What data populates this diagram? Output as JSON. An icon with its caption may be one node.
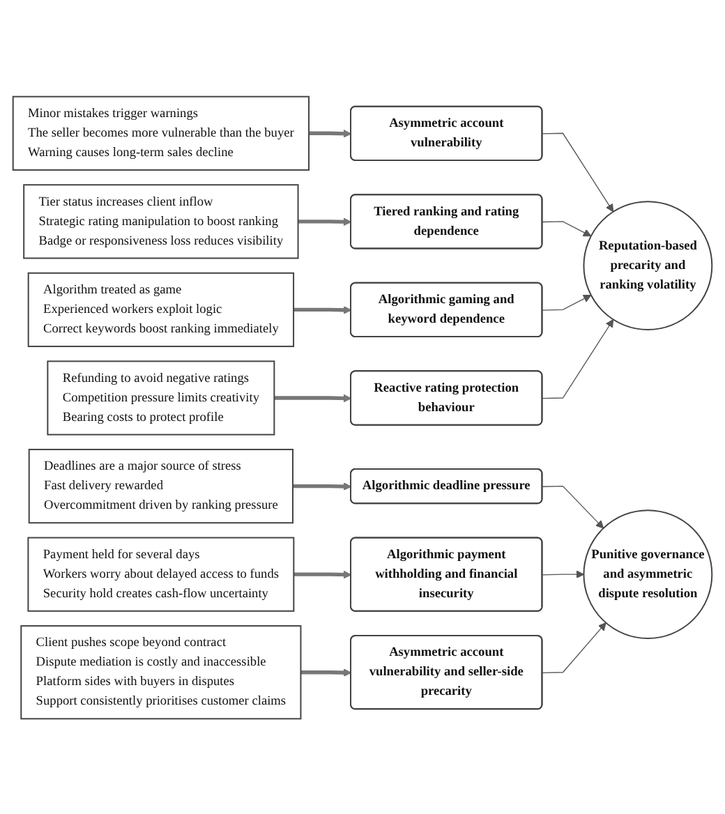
{
  "diagram": {
    "nodes": [
      {
        "text": [
          "Minor mistakes trigger warnings",
          "The seller becomes more vulnerable than the buyer",
          "Warning causes long-term sales decline"
        ]
      },
      {
        "text": [
          "Asymmetric account vulnerability"
        ]
      },
      {
        "text": [
          "Tier status increases client inflow",
          "Strategic rating manipulation to boost ranking",
          "Badge or responsiveness loss reduces visibility"
        ]
      },
      {
        "text": [
          "Tiered ranking and rating dependence"
        ]
      },
      {
        "text": [
          "Algorithm treated as game",
          "Experienced workers exploit logic",
          "Correct keywords boost ranking immediately"
        ]
      },
      {
        "text": [
          "Algorithmic gaming and keyword dependence"
        ]
      },
      {
        "text": [
          "Refunding to avoid negative ratings",
          "Competition pressure limits creativity",
          "Bearing costs to protect profile"
        ]
      },
      {
        "text": [
          "Reactive rating protection behaviour"
        ]
      },
      {
        "text": [
          "Deadlines are a major source of stress",
          "Fast delivery rewarded",
          "Overcommitment driven by ranking pressure"
        ]
      },
      {
        "text": [
          "Algorithmic deadline pressure"
        ]
      },
      {
        "text": [
          "Payment held for several days",
          "Workers worry about delayed access to funds",
          "Security hold creates cash-flow uncertainty"
        ]
      },
      {
        "text": [
          "Algorithmic payment withholding and financial insecurity"
        ]
      },
      {
        "text": [
          "Client pushes scope beyond contract",
          "Dispute mediation is costly and inaccessible",
          "Platform sides with buyers in disputes",
          "Support consistently prioritises customer claims"
        ]
      },
      {
        "text": [
          "Asymmetric account vulnerability and seller-side precarity"
        ]
      },
      {
        "text": [
          "Reputation-based precarity and ranking volatility"
        ]
      },
      {
        "text": [
          "Punitive governance and asymmetric dispute resolution"
        ]
      }
    ],
    "edges": [
      {
        "from": 0,
        "to": 1,
        "arrow": "to",
        "style": "thick"
      },
      {
        "from": 2,
        "to": 3,
        "arrow": "to",
        "style": "thick"
      },
      {
        "from": 4,
        "to": 5,
        "arrow": "to",
        "style": "thick"
      },
      {
        "from": 6,
        "to": 7,
        "arrow": "to",
        "style": "thick"
      },
      {
        "from": 8,
        "to": 9,
        "arrow": "to",
        "style": "thick"
      },
      {
        "from": 10,
        "to": 11,
        "arrow": "to",
        "style": "thick"
      },
      {
        "from": 12,
        "to": 13,
        "arrow": "to",
        "style": "thick"
      },
      {
        "from": 1,
        "to": 14,
        "arrow": "to"
      },
      {
        "from": 3,
        "to": 14,
        "arrow": "to"
      },
      {
        "from": 5,
        "to": 14,
        "arrow": "to"
      },
      {
        "from": 7,
        "to": 14,
        "arrow": "to"
      },
      {
        "from": 9,
        "to": 15,
        "arrow": "to"
      },
      {
        "from": 11,
        "to": 15,
        "arrow": "to"
      },
      {
        "from": 13,
        "to": 15,
        "arrow": "to"
      }
    ]
  }
}
